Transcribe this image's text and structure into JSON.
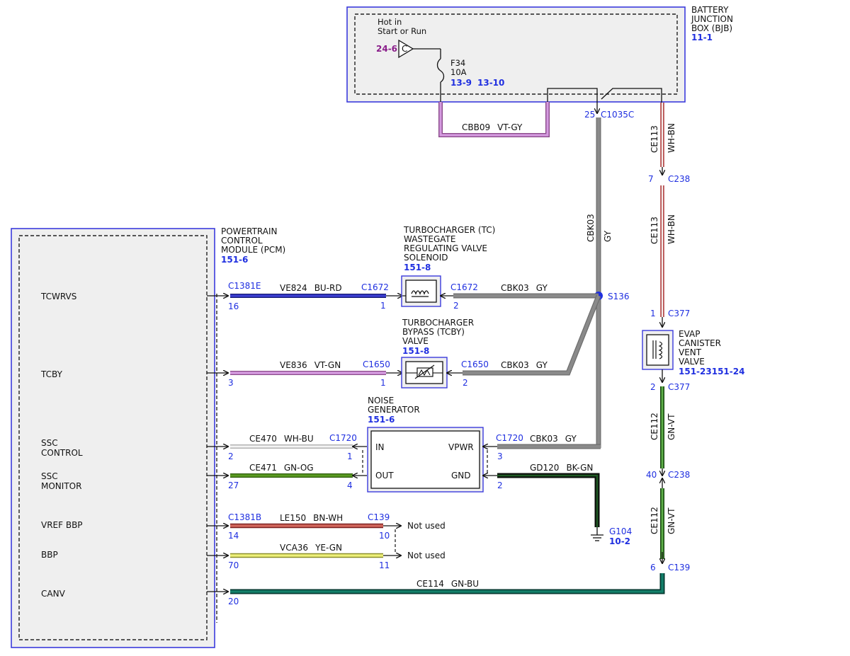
{
  "colors": {
    "outline_blue": "#3b3bdc",
    "box_fill": "#efefef",
    "dashed": "#222222",
    "BU-RD": "#2b2fb8",
    "VT-GN": "#c78fd0",
    "VT-GY": "#c78fd0",
    "WH-BU": "#e8e8e8",
    "GN-OG": "#4f8a1a",
    "BN-WH": "#c0463f",
    "YE-GN": "#e6ea6a",
    "GN-BU": "#0d6e5c",
    "GY": "#858585",
    "WH-BN": "#e8a69e",
    "GN-VT": "#3f8e2e",
    "BK-GN": "#0b330f"
  },
  "bjb": {
    "title_lines": [
      "BATTERY",
      "JUNCTION",
      "BOX (BJB)"
    ],
    "ref": "11-1",
    "hot_lines": [
      "Hot in",
      "Start or Run"
    ],
    "hot_ref": "24-6",
    "hot_symbol": "C",
    "fuse_lines": [
      "F34",
      "10A"
    ],
    "fuse_refs": [
      "13-9",
      "13-10"
    ]
  },
  "wire_cbb09": {
    "circuit": "CBB09",
    "color": "VT-GY"
  },
  "c1035c": {
    "pin": "25",
    "connector": "C1035C"
  },
  "pcm": {
    "title_lines": [
      "POWERTRAIN",
      "CONTROL",
      "MODULE (PCM)"
    ],
    "ref": "151-6",
    "signals": [
      "TCWRVS",
      "TCBY",
      "SSC",
      "CONTROL",
      "SSC",
      "MONITOR",
      "VREF BBP",
      "BBP",
      "CANV"
    ]
  },
  "tc_valve": {
    "title_lines": [
      "TURBOCHARGER (TC)",
      "WASTEGATE",
      "REGULATING VALVE",
      "SOLENOID"
    ],
    "ref": "151-8"
  },
  "tcby_valve": {
    "title_lines": [
      "TURBOCHARGER",
      "BYPASS (TCBY)",
      "VALVE"
    ],
    "ref": "151-8"
  },
  "noise_gen": {
    "title_lines": [
      "NOISE",
      "GENERATOR"
    ],
    "ref": "151-6",
    "in": "IN",
    "out": "OUT",
    "vpwr": "VPWR",
    "gnd": "GND"
  },
  "evap": {
    "title_lines": [
      "EVAP",
      "CANISTER",
      "VENT",
      "VALVE"
    ],
    "ref": "151-23151-24"
  },
  "splice": {
    "label": "S136"
  },
  "ground": {
    "label": "G104",
    "ref": "10-2"
  },
  "rows": [
    {
      "pcm_conn": "C1381E",
      "pcm_pin": "16",
      "circuit": "VE824",
      "color": "BU-RD",
      "dev_conn": "C1672",
      "dev_pin": "1",
      "gy_conn": "C1672",
      "gy_pin": "2",
      "gy_circuit": "CBK03",
      "gy_color": "GY"
    },
    {
      "pcm_pin": "3",
      "circuit": "VE836",
      "color": "VT-GN",
      "dev_conn": "C1650",
      "dev_pin": "1",
      "gy_conn": "C1650",
      "gy_pin": "2",
      "gy_circuit": "CBK03",
      "gy_color": "GY"
    },
    {
      "pcm_pin": "2",
      "circuit": "CE470",
      "color": "WH-BU",
      "dev_conn": "C1720",
      "dev_pin": "1",
      "gy_conn": "C1720",
      "gy_pin": "3",
      "gy_circuit": "CBK03",
      "gy_color": "GY"
    },
    {
      "pcm_pin": "27",
      "circuit": "CE471",
      "color": "GN-OG",
      "dev_pin": "4",
      "gnd_pin": "2",
      "gnd_circuit": "GD120",
      "gnd_color": "BK-GN"
    },
    {
      "pcm_conn": "C1381B",
      "pcm_pin": "14",
      "circuit": "LE150",
      "color": "BN-WH",
      "dev_conn": "C139",
      "dev_pin": "10",
      "note": "Not used"
    },
    {
      "pcm_pin": "70",
      "circuit": "VCA36",
      "color": "YE-GN",
      "dev_pin": "11",
      "note": "Not used"
    },
    {
      "pcm_pin": "20",
      "circuit": "CE114",
      "color": "GN-BU"
    }
  ],
  "vertical": {
    "gy": {
      "circuit": "CBK03",
      "color": "GY"
    },
    "ce113_a": {
      "circuit": "CE113",
      "color": "WH-BN"
    },
    "c238_top": {
      "pin": "7",
      "connector": "C238"
    },
    "ce113_b": {
      "circuit": "CE113",
      "color": "WH-BN"
    },
    "c377_top": {
      "pin": "1",
      "connector": "C377"
    },
    "c377_bot": {
      "pin": "2",
      "connector": "C377"
    },
    "ce112_a": {
      "circuit": "CE112",
      "color": "GN-VT"
    },
    "c238_bot": {
      "pin": "40",
      "connector": "C238"
    },
    "ce112_b": {
      "circuit": "CE112",
      "color": "GN-VT"
    },
    "c139": {
      "pin": "6",
      "connector": "C139"
    }
  }
}
